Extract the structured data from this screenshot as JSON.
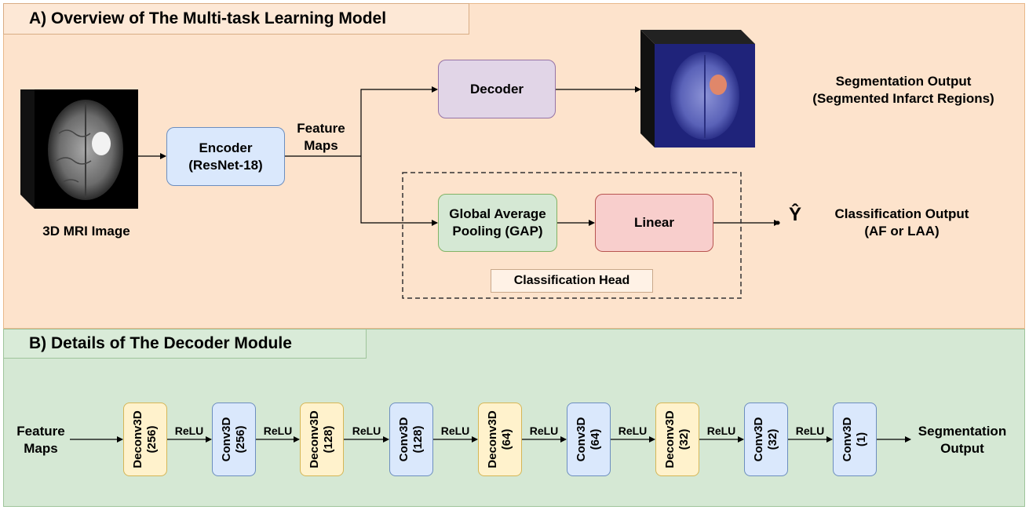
{
  "panel_a": {
    "title": "A) Overview of The Multi-task Learning Model",
    "input_label": "3D MRI Image",
    "encoder": "Encoder\n(ResNet-18)",
    "feature_maps": "Feature\nMaps",
    "decoder": "Decoder",
    "segmentation_output": "Segmentation Output\n(Segmented Infarct Regions)",
    "gap": "Global Average\nPooling (GAP)",
    "linear": "Linear",
    "y_hat": "Ŷ",
    "classification_output": "Classification Output\n(AF or LAA)",
    "classification_head": "Classification Head"
  },
  "panel_b": {
    "title": "B) Details of The Decoder Module",
    "input_label": "Feature\nMaps",
    "output_label": "Segmentation\nOutput",
    "activation": "ReLU",
    "layers": [
      {
        "name": "Deconv3D\n(256)",
        "kind": "deconv"
      },
      {
        "name": "Conv3D\n(256)",
        "kind": "conv"
      },
      {
        "name": "Deconv3D\n(128)",
        "kind": "deconv"
      },
      {
        "name": "Conv3D\n(128)",
        "kind": "conv"
      },
      {
        "name": "Deconv3D\n(64)",
        "kind": "deconv"
      },
      {
        "name": "Conv3D\n(64)",
        "kind": "conv"
      },
      {
        "name": "Deconv3D\n(32)",
        "kind": "deconv"
      },
      {
        "name": "Conv3D\n(32)",
        "kind": "conv"
      },
      {
        "name": "Conv3D\n(1)",
        "kind": "conv"
      }
    ]
  },
  "colors": {
    "panel_a_bg": "#fde3cc",
    "panel_b_bg": "#d5e8d4",
    "encoder": "#dae8fc",
    "decoder": "#e1d5e7",
    "gap": "#d5e8d4",
    "linear": "#f8cecc",
    "deconv": "#fff2cc",
    "conv": "#dae8fc"
  }
}
